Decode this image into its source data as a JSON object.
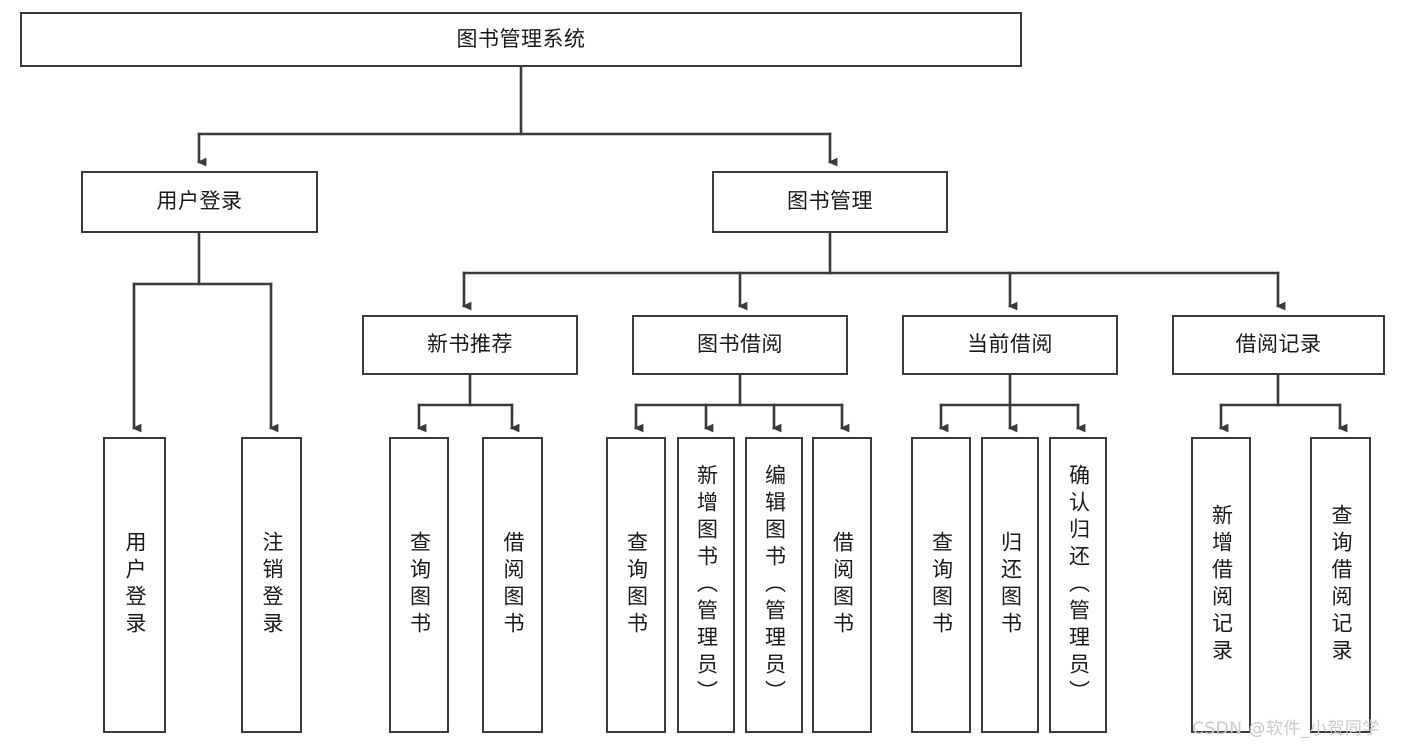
{
  "diagram": {
    "title_node": {
      "label": "图书管理系统"
    },
    "level2": [
      {
        "id": "user-login",
        "label": "用户登录"
      },
      {
        "id": "book-management",
        "label": "图书管理"
      }
    ],
    "level3": [
      {
        "id": "new-book-recommend",
        "label": "新书推荐"
      },
      {
        "id": "book-borrow",
        "label": "图书借阅"
      },
      {
        "id": "current-borrow",
        "label": "当前借阅"
      },
      {
        "id": "borrow-record",
        "label": "借阅记录"
      }
    ],
    "leaves": [
      {
        "id": "leaf-user-login",
        "label": "用户登录"
      },
      {
        "id": "leaf-logout",
        "label": "注销登录"
      },
      {
        "id": "leaf-query-book-1",
        "label": "查询图书"
      },
      {
        "id": "leaf-borrow-book-1",
        "label": "借阅图书"
      },
      {
        "id": "leaf-query-book-2",
        "label": "查询图书"
      },
      {
        "id": "leaf-add-book",
        "label": "新增图书（管理员）"
      },
      {
        "id": "leaf-edit-book",
        "label": "编辑图书（管理员）"
      },
      {
        "id": "leaf-borrow-book-2",
        "label": "借阅图书"
      },
      {
        "id": "leaf-query-book-3",
        "label": "查询图书"
      },
      {
        "id": "leaf-return-book",
        "label": "归还图书"
      },
      {
        "id": "leaf-confirm-return",
        "label": "确认归还（管理员）"
      },
      {
        "id": "leaf-add-record",
        "label": "新增借阅记录"
      },
      {
        "id": "leaf-query-record",
        "label": "查询借阅记录"
      }
    ]
  },
  "watermark": {
    "text": "CSDN @软件_小贺同学"
  },
  "colors": {
    "stroke": "#3a3a3a",
    "fill": "#ffffff",
    "text": "#1a1a1a",
    "watermark": "#c9c9c9"
  }
}
